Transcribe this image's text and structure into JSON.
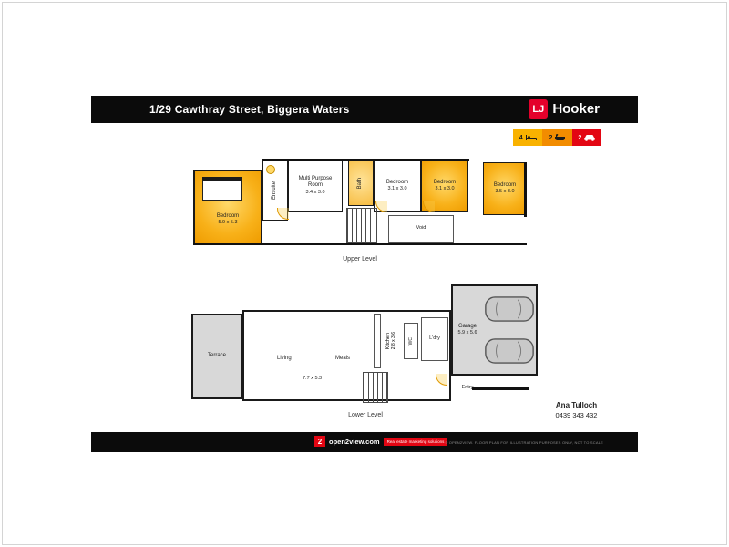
{
  "colors": {
    "brand_red": "#e4002b",
    "stat_yellow": "#f9b200",
    "stat_orange": "#f28c00",
    "stat_red": "#e30613",
    "room_highlight": "#f8b119",
    "floor_gray": "#d8d8d8"
  },
  "header": {
    "title": "1/29 Cawthray Street, Biggera Waters",
    "brand_lj": "LJ",
    "brand_name": "Hooker"
  },
  "stats": [
    {
      "value": "4",
      "icon": "bed-icon"
    },
    {
      "value": "2",
      "icon": "bath-icon"
    },
    {
      "value": "2",
      "icon": "car-icon"
    }
  ],
  "upper": {
    "label": "Upper Level",
    "bedroom1": {
      "name": "Bedroom",
      "dims": "5.9 x 5.3"
    },
    "ensuite": {
      "name": "Ensuite"
    },
    "multi_purpose": {
      "name": "Multi Purpose Room",
      "dims": "3.4 x 3.0"
    },
    "bath": {
      "name": "Bath"
    },
    "bedroom2": {
      "name": "Bedroom",
      "dims": "3.1 x 3.0"
    },
    "bedroom3": {
      "name": "Bedroom",
      "dims": "3.1 x 3.0"
    },
    "bedroom4": {
      "name": "Bedroom",
      "dims": "3.5 x 3.0"
    },
    "void": {
      "name": "Void"
    }
  },
  "lower": {
    "label": "Lower Level",
    "terrace": {
      "name": "Terrace"
    },
    "living": {
      "name": "Living"
    },
    "meals": {
      "name": "Meals"
    },
    "living_dims": "7.7 x 5.3",
    "kitchen": {
      "name": "Kitchen",
      "dims": "2.8 x 3.6"
    },
    "wc": {
      "name": "WC"
    },
    "laundry": {
      "name": "L'dry"
    },
    "garage": {
      "name": "Garage",
      "dims": "5.9 x 5.6"
    },
    "entry": {
      "name": "Entry"
    }
  },
  "agent": {
    "name": "Ana Tulloch",
    "phone": "0439 343 432"
  },
  "footer": {
    "logo_text": "open2view.com",
    "tagline": "Real estate marketing solutions",
    "copyright": "© OPEN2VIEW. FLOOR PLAN FOR ILLUSTRATION PURPOSES ONLY, NOT TO SCALE"
  }
}
